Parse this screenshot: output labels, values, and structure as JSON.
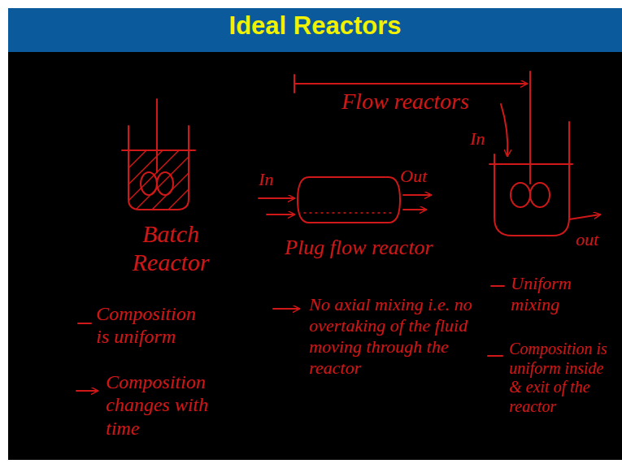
{
  "diagram": {
    "title": "Ideal Reactors",
    "labels": [
      "Flow reactors",
      "Batch Reactor",
      "Composition is uniform",
      "Composition changes with time",
      "In",
      "Out",
      "Plug flow reactor",
      "No axial mixing i.e. no overtaking of the fluid moving through the reactor",
      "In",
      "out",
      "Uniform mixing",
      "Composition is uniform inside & exit of the reactor"
    ]
  }
}
